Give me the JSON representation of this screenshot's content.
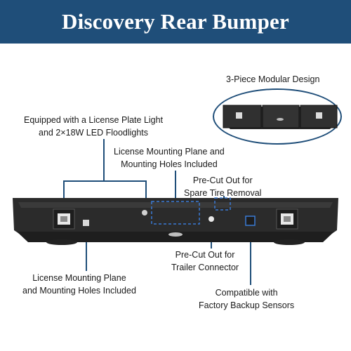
{
  "header": {
    "title": "Discovery Rear Bumper",
    "background": "#1f4e79"
  },
  "labels": {
    "modular": "3-Piece Modular Design",
    "lights_line1": "Equipped with a License Plate Light",
    "lights_line2": "and 2×18W LED Floodlights",
    "mounting_top_line1": "License Mounting Plane and",
    "mounting_top_line2": "Mounting Holes Included",
    "spare_line1": "Pre-Cut Out for",
    "spare_line2": "Spare Tire Removal",
    "trailer_line1": "Pre-Cut Out for",
    "trailer_line2": "Trailer Connector",
    "mounting_bottom_line1": "License Mounting Plane",
    "mounting_bottom_line2": "and Mounting Holes Included",
    "sensors_line1": "Compatible with",
    "sensors_line2": "Factory Backup Sensors"
  },
  "colors": {
    "accent": "#1f4e79",
    "bumper": "#2b2b2b"
  }
}
